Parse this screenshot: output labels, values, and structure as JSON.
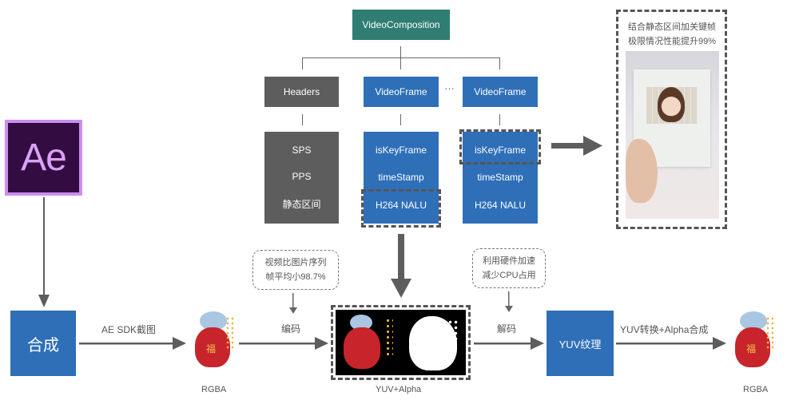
{
  "tree": {
    "root": "VideoComposition",
    "headers": {
      "title": "Headers",
      "fields": [
        "SPS",
        "PPS",
        "静态区间"
      ]
    },
    "frame1": {
      "title": "VideoFrame",
      "fields": [
        "isKeyFrame",
        "timeStamp",
        "H264 NALU"
      ]
    },
    "ellipsis": "···",
    "frame2": {
      "title": "VideoFrame",
      "fields": [
        "isKeyFrame",
        "timeStamp",
        "H264 NALU"
      ]
    }
  },
  "callout_top_right": {
    "line1": "结合静态区间加关键帧",
    "line2": "极限情况性能提升99%"
  },
  "ae_icon": {
    "text": "Ae"
  },
  "pipeline": {
    "compose": "合成",
    "ae_sdk": "AE SDK截图",
    "rgba_in": "RGBA",
    "encode_note": {
      "line1": "视频比图片序列",
      "line2": "帧平均小98.7%"
    },
    "encode": "编码",
    "yuv_alpha": "YUV+Alpha",
    "decode_note": {
      "line1": "利用硬件加速",
      "line2": "减少CPU占用"
    },
    "decode": "解码",
    "yuv_texture": "YUV纹理",
    "convert": "YUV转换+Alpha合成",
    "rgba_out": "RGBA"
  },
  "colors": {
    "teal": "#2f7d73",
    "blue": "#2e6fb8",
    "gray": "#5d5d5d",
    "ae_bg": "#330c42",
    "ae_accent": "#cc8ef0"
  }
}
